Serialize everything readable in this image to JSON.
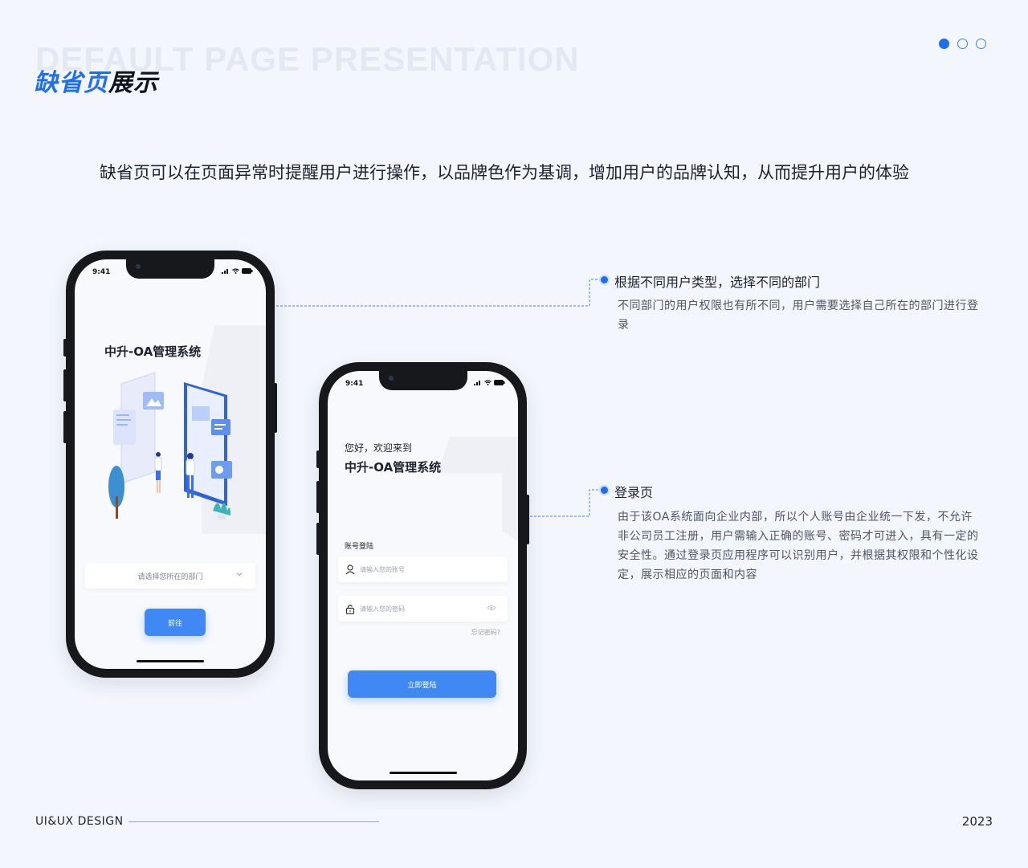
{
  "header": {
    "bg_title": "DEFAULT PAGE PRESENTATION",
    "title_blue": "缺省页",
    "title_dark": "展示"
  },
  "description": "缺省页可以在页面异常时提醒用户进行操作，以品牌色作为基调，增加用户的品牌认知，从而提升用户的体验",
  "annotations": [
    {
      "title": "根据不同用户类型，选择不同的部门",
      "body": "不同部门的用户权限也有所不同，用户需要选择自己所在的部门进行登录"
    },
    {
      "title": "登录页",
      "body": "由于该OA系统面向企业内部，所以个人账号由企业统一下发，不允许非公司员工注册，用户需输入正确的账号、密码才可进入，具有一定的安全性。通过登录页应用程序可以识别用户，并根据其权限和个性化设定，展示相应的页面和内容"
    }
  ],
  "phone1": {
    "time": "9:41",
    "app_title": "中升-OA管理系统",
    "select_placeholder": "请选择您所在的部门",
    "go_button": "前往"
  },
  "phone2": {
    "time": "9:41",
    "greeting": "您好，欢迎来到",
    "app_title": "中升-OA管理系统",
    "section_label": "账号登陆",
    "account_placeholder": "请输入您的账号",
    "password_placeholder": "请输入您的密码",
    "forgot": "忘记密码?",
    "login_button": "立即登陆"
  },
  "footer": {
    "brand": "UI&UX DESIGN",
    "year": "2023"
  },
  "colors": {
    "accent": "#1f6ef0",
    "button": "#4089f4",
    "background": "#f3f6fd"
  }
}
